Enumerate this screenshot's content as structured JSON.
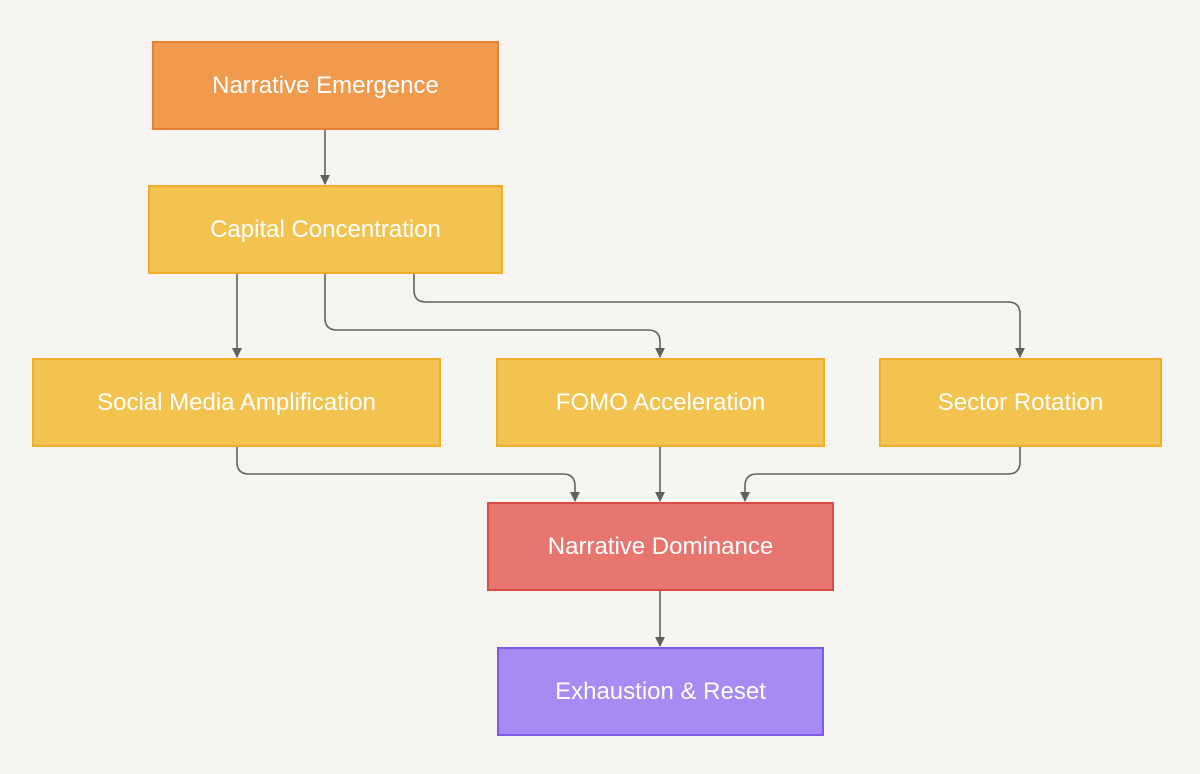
{
  "diagram": {
    "type": "flowchart",
    "nodes": {
      "emergence": {
        "label": "Narrative Emergence",
        "color": "#ef9a4d"
      },
      "capital": {
        "label": "Capital Concentration",
        "color": "#f2c34f"
      },
      "social": {
        "label": "Social Media Amplification",
        "color": "#f2c34f"
      },
      "fomo": {
        "label": "FOMO Acceleration",
        "color": "#f2c34f"
      },
      "sector": {
        "label": "Sector Rotation",
        "color": "#f2c34f"
      },
      "dominance": {
        "label": "Narrative Dominance",
        "color": "#e6766f"
      },
      "exhaustion": {
        "label": "Exhaustion & Reset",
        "color": "#a58bf2"
      }
    },
    "edges": [
      {
        "from": "emergence",
        "to": "capital"
      },
      {
        "from": "capital",
        "to": "social"
      },
      {
        "from": "capital",
        "to": "fomo"
      },
      {
        "from": "capital",
        "to": "sector"
      },
      {
        "from": "social",
        "to": "dominance"
      },
      {
        "from": "fomo",
        "to": "dominance"
      },
      {
        "from": "sector",
        "to": "dominance"
      },
      {
        "from": "dominance",
        "to": "exhaustion"
      }
    ],
    "colors": {
      "background": "#f6f4f1",
      "edge": "#606060",
      "node_text": "#ffffff"
    }
  }
}
